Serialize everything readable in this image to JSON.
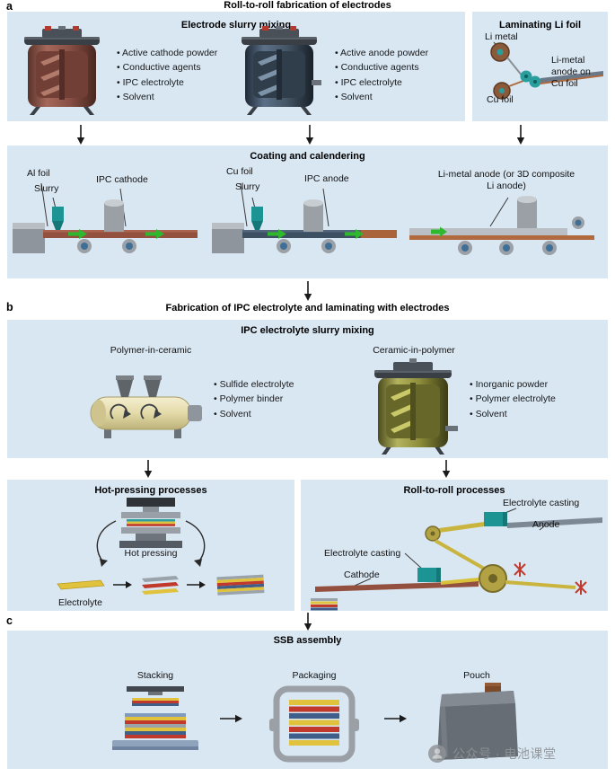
{
  "colors": {
    "band_background": "#d9e7f3",
    "cathode_brown": "#94503f",
    "anode_blue": "#3d4f63",
    "copper": "#a9643c",
    "teal_equipment": "#1d9494",
    "electrolyte_yellow": "#e0c23c",
    "olive": "#8c8c3a",
    "green_arrow": "#2eb82e",
    "metal_gray": "#9aa0a6",
    "red_layer": "#c0392b"
  },
  "panel_a": {
    "label": "a",
    "title": "Roll-to-roll fabrication of electrodes",
    "mixing": {
      "title": "Electrode slurry mixing",
      "cathode_bullets": [
        "Active cathode powder",
        "Conductive agents",
        "IPC electrolyte",
        "Solvent"
      ],
      "anode_bullets": [
        "Active anode powder",
        "Conductive agents",
        "IPC electrolyte",
        "Solvent"
      ]
    },
    "laminating": {
      "title": "Laminating Li foil",
      "li_metal": "Li metal",
      "cu_foil": "Cu foil",
      "result": "Li-metal anode on Cu foil"
    },
    "coating": {
      "title": "Coating and calendering",
      "station1": {
        "foil": "Al foil",
        "slurry": "Slurry",
        "product": "IPC cathode"
      },
      "station2": {
        "foil": "Cu foil",
        "slurry": "Slurry",
        "product": "IPC anode"
      },
      "station3": {
        "label": "Li-metal anode (or 3D composite Li anode)"
      }
    }
  },
  "panel_b": {
    "label": "b",
    "title": "Fabrication of IPC electrolyte and laminating with electrodes",
    "mixing": {
      "title": "IPC electrolyte slurry mixing",
      "polymer_in_ceramic": {
        "title": "Polymer-in-ceramic",
        "bullets": [
          "Sulfide electrolyte",
          "Polymer binder",
          "Solvent"
        ]
      },
      "ceramic_in_polymer": {
        "title": "Ceramic-in-polymer",
        "bullets": [
          "Inorganic powder",
          "Polymer electrolyte",
          "Solvent"
        ]
      }
    },
    "hot_pressing": {
      "title": "Hot-pressing processes",
      "press_label": "Hot pressing",
      "electrolyte_label": "Electrolyte"
    },
    "roll_to_roll": {
      "title": "Roll-to-roll processes",
      "casting_top": "Electrolyte casting",
      "anode": "Anode",
      "casting_bottom": "Electrolyte casting",
      "cathode": "Cathode"
    }
  },
  "panel_c": {
    "label": "c",
    "title": "SSB assembly",
    "steps": [
      {
        "label": "Stacking"
      },
      {
        "label": "Packaging"
      },
      {
        "label": "Pouch"
      }
    ]
  },
  "watermark": {
    "text": "公众号 · 电池课堂"
  }
}
